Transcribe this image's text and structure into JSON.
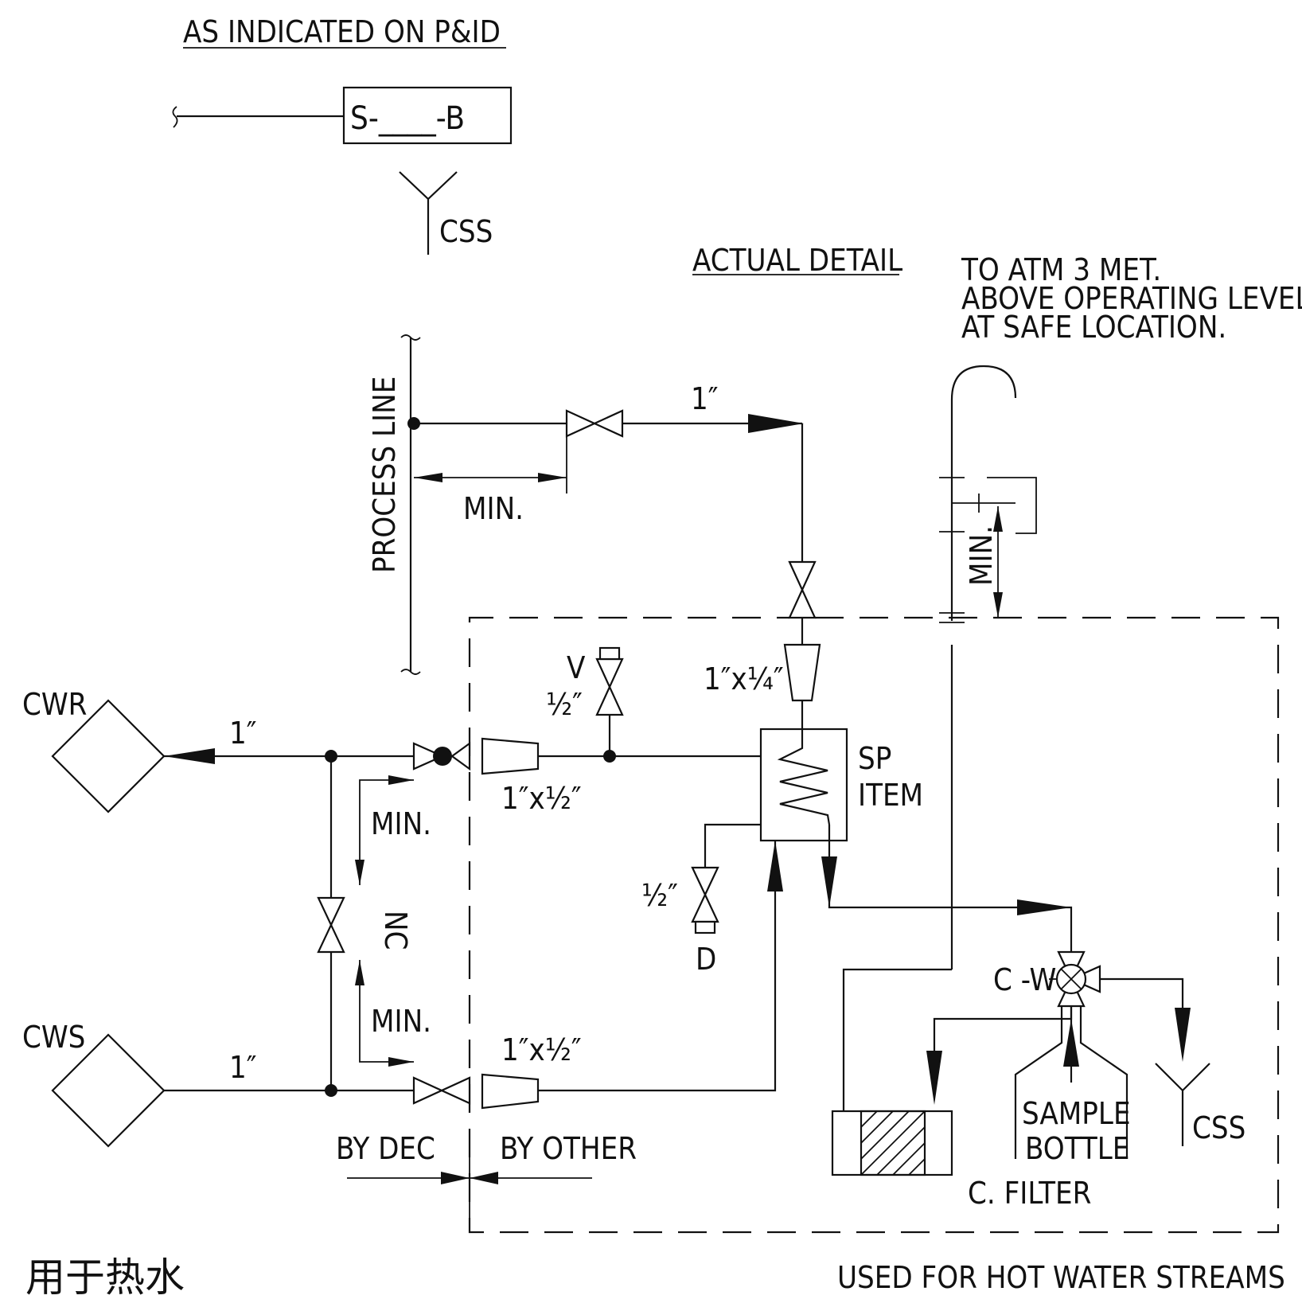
{
  "header": {
    "as_indicated": "AS INDICATED ON P&ID",
    "tag": "S-____-B",
    "css_top": "CSS",
    "actual_detail": "ACTUAL DETAIL"
  },
  "vent_note": {
    "line1": "TO ATM 3 MET.",
    "line2": "ABOVE OPERATING LEVEL",
    "line3": "AT SAFE LOCATION."
  },
  "labels": {
    "process_line": "PROCESS LINE",
    "size_1in_top": "1″",
    "min_top": "MIN.",
    "min_vent": "MIN.",
    "reducer_1x14": "1″x¼″",
    "vent_v": "V",
    "vent_half": "½″",
    "cwr": "CWR",
    "cws": "CWS",
    "size_1in_cwr": "1″",
    "size_1in_cws": "1″",
    "reducer_1x12_top": "1″x½″",
    "reducer_1x12_bottom": "1″x½″",
    "min_upper": "MIN.",
    "min_lower": "MIN.",
    "nc": "NC",
    "sp_item_1": "SP",
    "sp_item_2": "ITEM",
    "drain_half": "½″",
    "drain_d": "D",
    "c_w": "C -W",
    "sample_1": "SAMPLE",
    "sample_2": "BOTTLE",
    "css_bottom": "CSS",
    "c_filter": "C. FILTER",
    "by_dec": "BY DEC",
    "by_other": "BY OTHER"
  },
  "footer": {
    "chinese": "用于热水",
    "english": "USED FOR HOT WATER STREAMS"
  }
}
